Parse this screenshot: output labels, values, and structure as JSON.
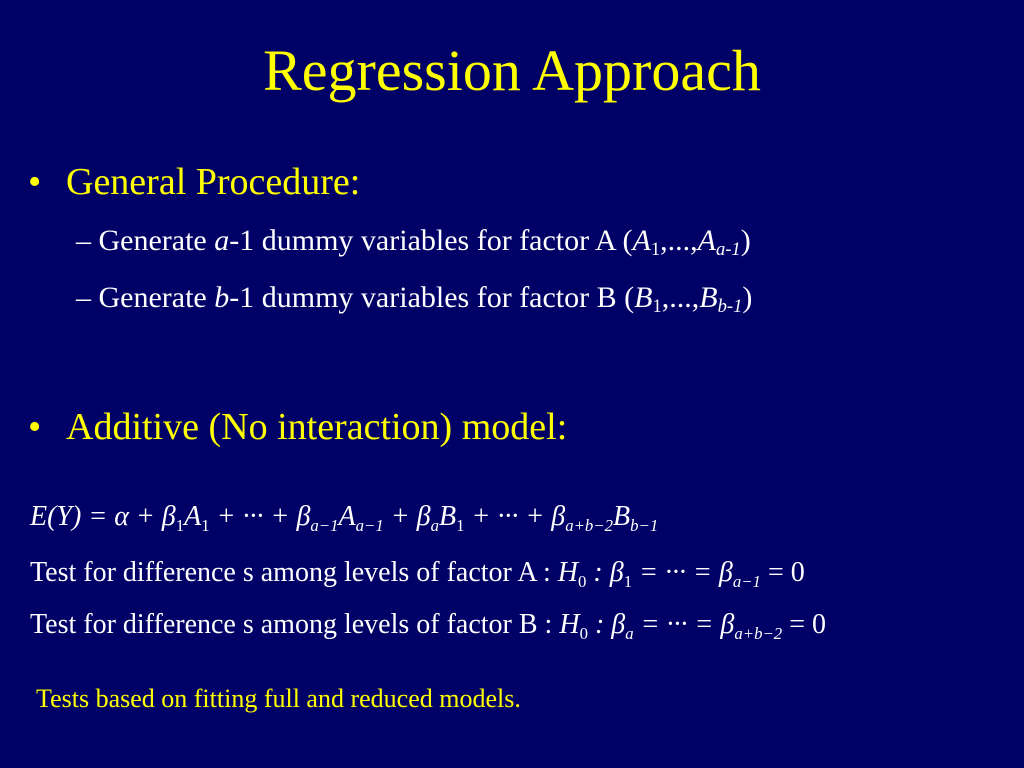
{
  "colors": {
    "background": "#000066",
    "title": "#ffff00",
    "bullet": "#ffff00",
    "body": "#ffffff"
  },
  "slide": {
    "title": "Regression Approach",
    "bullets": [
      {
        "marker": "•",
        "text": "General Procedure:",
        "subitems": [
          {
            "dash": "–",
            "prefix": "Generate ",
            "var": "a",
            "middle": "-1 dummy variables for factor A (",
            "first": "A",
            "first_sub": "1",
            "sep": ",...,",
            "last": "A",
            "last_sub": "a-1",
            "close": ")"
          },
          {
            "dash": "–",
            "prefix": "Generate ",
            "var": "b",
            "middle": "-1 dummy variables for factor B (",
            "first": "B",
            "first_sub": "1",
            "sep": ",...,",
            "last": "B",
            "last_sub": "b-1",
            "close": ")"
          }
        ]
      },
      {
        "marker": "•",
        "text": "Additive (No interaction) model:"
      }
    ],
    "equations": {
      "model": {
        "lhs": "E(Y) = α + β",
        "b1_sub": "1",
        "a1": "A",
        "a1_sub": "1",
        "mid1": " + ··· + β",
        "ba_sub": "a−1",
        "aa": "A",
        "aa_sub": "a−1",
        "mid2": " + β",
        "bb_sub": "a",
        "b1": "B",
        "b1v_sub": "1",
        "mid3": " + ··· + β",
        "bl_sub": "a+b−2",
        "bl": "B",
        "bl_sub2": "b−1"
      },
      "test_a": {
        "text": "Test for difference s among levels of factor A : ",
        "h": "H",
        "h_sub": "0",
        "colon": " : β",
        "b_sub1": "1",
        "mid": " = ··· = β",
        "b_sub2": "a−1",
        "end": " = 0"
      },
      "test_b": {
        "text": "Test for difference s among levels of factor B : ",
        "h": "H",
        "h_sub": "0",
        "colon": " : β",
        "b_sub1": "a",
        "mid": " = ··· = β",
        "b_sub2": "a+b−2",
        "end": " = 0"
      }
    },
    "footnote": "Tests based on fitting full and reduced models."
  }
}
